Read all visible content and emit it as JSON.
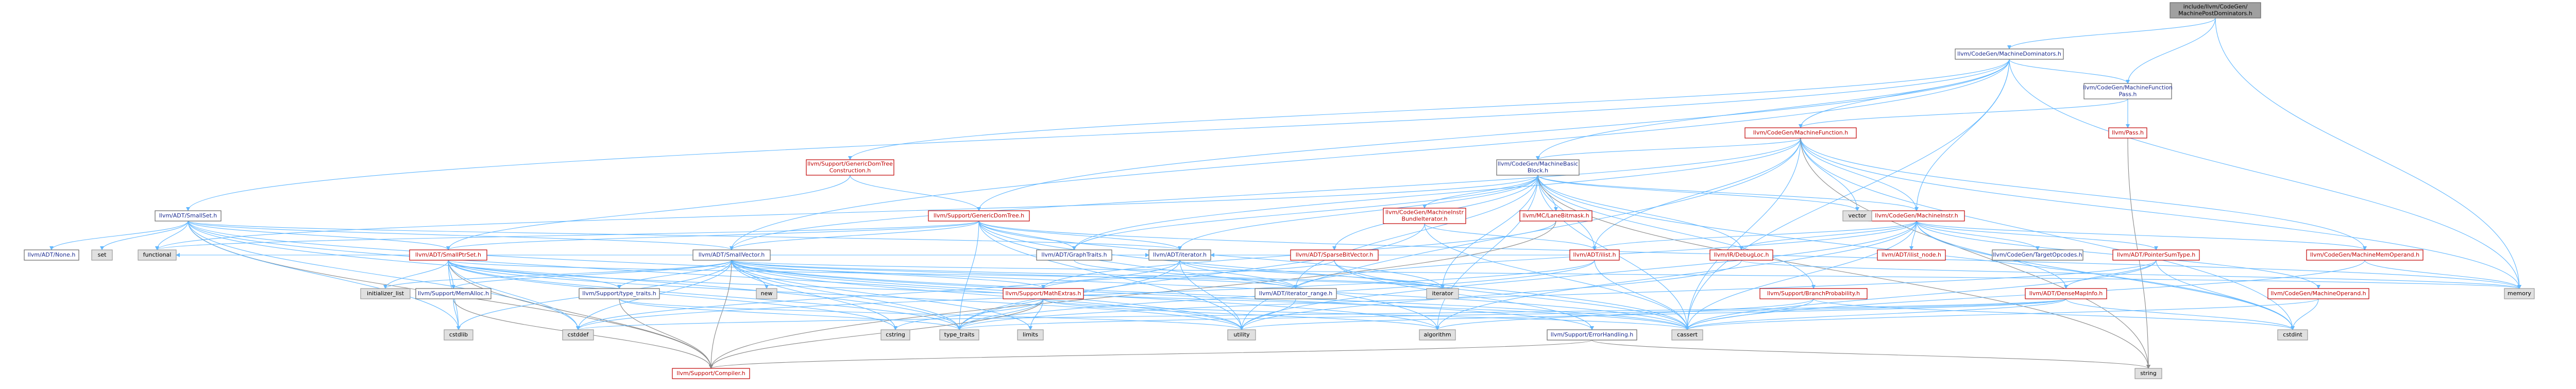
{
  "colors": {
    "root_fill": "#a0a0a0",
    "root_text": "#000000",
    "node_fill": "#ffffff",
    "node_border": "#666666",
    "std_fill": "#e0e0e0",
    "std_border": "#999999",
    "link_text": "#1b2b8f",
    "red_text": "#c00000",
    "black_text": "#000000",
    "edge_blue": "#63b8ff",
    "edge_gray": "#888888"
  },
  "nodes": [
    {
      "id": "root",
      "lines": [
        "include/llvm/CodeGen/",
        "MachinePostDominators.h"
      ],
      "kind": "root"
    },
    {
      "id": "mdom",
      "lines": [
        "llvm/CodeGen/MachineDominators.h"
      ],
      "kind": "link"
    },
    {
      "id": "mfpass",
      "lines": [
        "llvm/CodeGen/MachineFunction",
        "Pass.h"
      ],
      "kind": "link"
    },
    {
      "id": "pass",
      "lines": [
        "llvm/Pass.h"
      ],
      "kind": "red"
    },
    {
      "id": "mfunc",
      "lines": [
        "llvm/CodeGen/MachineFunction.h"
      ],
      "kind": "red"
    },
    {
      "id": "gdtc",
      "lines": [
        "llvm/Support/GenericDomTree",
        "Construction.h"
      ],
      "kind": "red"
    },
    {
      "id": "mbb",
      "lines": [
        "llvm/CodeGen/MachineBasic",
        "Block.h"
      ],
      "kind": "link"
    },
    {
      "id": "smallset",
      "lines": [
        "llvm/ADT/SmallSet.h"
      ],
      "kind": "link"
    },
    {
      "id": "gdt",
      "lines": [
        "llvm/Support/GenericDomTree.h"
      ],
      "kind": "red"
    },
    {
      "id": "mibundle",
      "lines": [
        "llvm/CodeGen/MachineInstr",
        "BundleIterator.h"
      ],
      "kind": "red"
    },
    {
      "id": "lanebm",
      "lines": [
        "llvm/MC/LaneBitmask.h"
      ],
      "kind": "red"
    },
    {
      "id": "minstr",
      "lines": [
        "llvm/CodeGen/MachineInstr.h"
      ],
      "kind": "red"
    },
    {
      "id": "vector",
      "lines": [
        "vector"
      ],
      "kind": "std"
    },
    {
      "id": "none",
      "lines": [
        "llvm/ADT/None.h"
      ],
      "kind": "link"
    },
    {
      "id": "set",
      "lines": [
        "set"
      ],
      "kind": "std"
    },
    {
      "id": "functional",
      "lines": [
        "functional"
      ],
      "kind": "std"
    },
    {
      "id": "smallptrset",
      "lines": [
        "llvm/ADT/SmallPtrSet.h"
      ],
      "kind": "red"
    },
    {
      "id": "smallvector",
      "lines": [
        "llvm/ADT/SmallVector.h"
      ],
      "kind": "link"
    },
    {
      "id": "graphtraits",
      "lines": [
        "llvm/ADT/GraphTraits.h"
      ],
      "kind": "link"
    },
    {
      "id": "iterator",
      "lines": [
        "llvm/ADT/iterator.h"
      ],
      "kind": "link"
    },
    {
      "id": "sparsebv",
      "lines": [
        "llvm/ADT/SparseBitVector.h"
      ],
      "kind": "red"
    },
    {
      "id": "ilist",
      "lines": [
        "llvm/ADT/ilist.h"
      ],
      "kind": "red"
    },
    {
      "id": "debugloc",
      "lines": [
        "llvm/IR/DebugLoc.h"
      ],
      "kind": "red"
    },
    {
      "id": "ilistnode",
      "lines": [
        "llvm/ADT/ilist_node.h"
      ],
      "kind": "red"
    },
    {
      "id": "targetop",
      "lines": [
        "llvm/CodeGen/TargetOpcodes.h"
      ],
      "kind": "link"
    },
    {
      "id": "ptrsumtype",
      "lines": [
        "llvm/ADT/PointerSumType.h"
      ],
      "kind": "red"
    },
    {
      "id": "mmemop",
      "lines": [
        "llvm/CodeGen/MachineMemOperand.h"
      ],
      "kind": "red"
    },
    {
      "id": "initlist",
      "lines": [
        "initializer_list"
      ],
      "kind": "std"
    },
    {
      "id": "memalloc",
      "lines": [
        "llvm/Support/MemAlloc.h"
      ],
      "kind": "link"
    },
    {
      "id": "typetraits_h",
      "lines": [
        "llvm/Support/type_traits.h"
      ],
      "kind": "link"
    },
    {
      "id": "new",
      "lines": [
        "new"
      ],
      "kind": "std"
    },
    {
      "id": "mathextras",
      "lines": [
        "llvm/Support/MathExtras.h"
      ],
      "kind": "red"
    },
    {
      "id": "iterrange",
      "lines": [
        "llvm/ADT/iterator_range.h"
      ],
      "kind": "link"
    },
    {
      "id": "iter_std",
      "lines": [
        "iterator"
      ],
      "kind": "std"
    },
    {
      "id": "branchprob",
      "lines": [
        "llvm/Support/BranchProbability.h"
      ],
      "kind": "red"
    },
    {
      "id": "densemapinfo",
      "lines": [
        "llvm/ADT/DenseMapInfo.h"
      ],
      "kind": "red"
    },
    {
      "id": "moperand",
      "lines": [
        "llvm/CodeGen/MachineOperand.h"
      ],
      "kind": "red"
    },
    {
      "id": "memory",
      "lines": [
        "memory"
      ],
      "kind": "std"
    },
    {
      "id": "cstdlib",
      "lines": [
        "cstdlib"
      ],
      "kind": "std"
    },
    {
      "id": "cstddef",
      "lines": [
        "cstddef"
      ],
      "kind": "std"
    },
    {
      "id": "cstring",
      "lines": [
        "cstring"
      ],
      "kind": "std"
    },
    {
      "id": "type_traits",
      "lines": [
        "type_traits"
      ],
      "kind": "std"
    },
    {
      "id": "limits",
      "lines": [
        "limits"
      ],
      "kind": "std"
    },
    {
      "id": "utility",
      "lines": [
        "utility"
      ],
      "kind": "std"
    },
    {
      "id": "algorithm",
      "lines": [
        "algorithm"
      ],
      "kind": "std"
    },
    {
      "id": "errorhandling",
      "lines": [
        "llvm/Support/ErrorHandling.h"
      ],
      "kind": "link"
    },
    {
      "id": "cassert",
      "lines": [
        "cassert"
      ],
      "kind": "std"
    },
    {
      "id": "cstdint",
      "lines": [
        "cstdint"
      ],
      "kind": "std"
    },
    {
      "id": "compiler",
      "lines": [
        "llvm/Support/Compiler.h"
      ],
      "kind": "red"
    },
    {
      "id": "string",
      "lines": [
        "string"
      ],
      "kind": "std"
    }
  ]
}
